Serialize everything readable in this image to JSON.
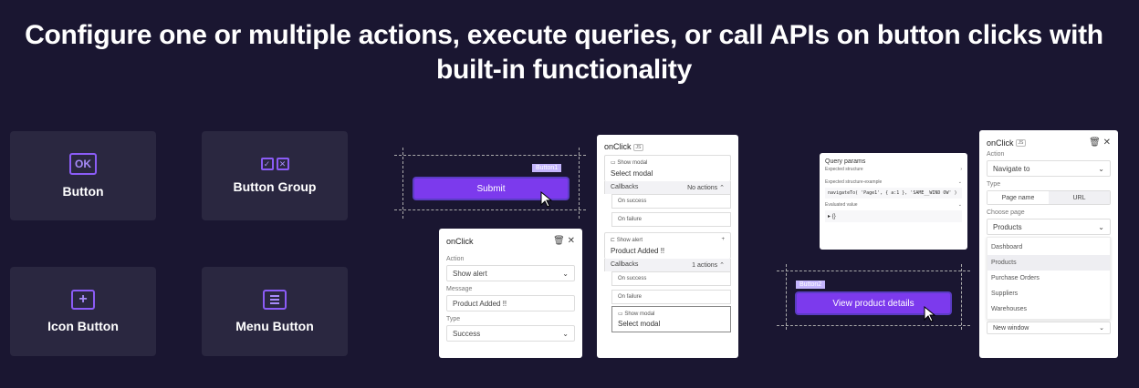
{
  "headline": "Configure one or multiple actions, execute queries, or call APIs on button clicks with built-in functionality",
  "tiles": [
    {
      "label": "Button",
      "icon": "OK"
    },
    {
      "label": "Button Group",
      "icon": ""
    },
    {
      "label": "Icon Button",
      "icon": "+"
    },
    {
      "label": "Menu Button",
      "icon": ""
    }
  ],
  "canvas1": {
    "tag": "Button1",
    "button": "Submit"
  },
  "panel_a": {
    "title": "onClick",
    "action_label": "Action",
    "action_value": "Show alert",
    "message_label": "Message",
    "message_value": "Product Added !!",
    "type_label": "Type",
    "type_value": "Success"
  },
  "panel_b": {
    "title": "onClick",
    "js": "JS",
    "show_modal": "Show modal",
    "select_modal": "Select modal",
    "callbacks": "Callbacks",
    "no_actions": "No actions",
    "on_success": "On success",
    "on_failure": "On failure",
    "show_alert": "Show alert",
    "product_added": "Product Added !!",
    "callbacks2": "Callbacks",
    "one_action": "1 actions",
    "on_success2": "On success",
    "on_failure2": "On failure",
    "show_modal2": "Show modal",
    "select_modal2": "Select modal"
  },
  "query_panel": {
    "title": "Query params",
    "expected_structure": "Expected structure",
    "expected_example": "Expected structure-example",
    "code": "navigateTo( 'Page1', { a:1 }, 'SAME__WIND OW' )",
    "evaluated": "Evaluated value",
    "value": "{}"
  },
  "canvas2": {
    "tag": "Button2",
    "button": "View product details"
  },
  "panel_c": {
    "title": "onClick",
    "js": "JS",
    "action_label": "Action",
    "action_value": "Navigate to",
    "type_label": "Type",
    "seg_a": "Page name",
    "seg_b": "URL",
    "page_label": "Choose page",
    "page_value": "Products",
    "options": [
      "Dashboard",
      "Products",
      "Purchase Orders",
      "Suppliers",
      "Warehouses"
    ],
    "window_value": "New window"
  }
}
